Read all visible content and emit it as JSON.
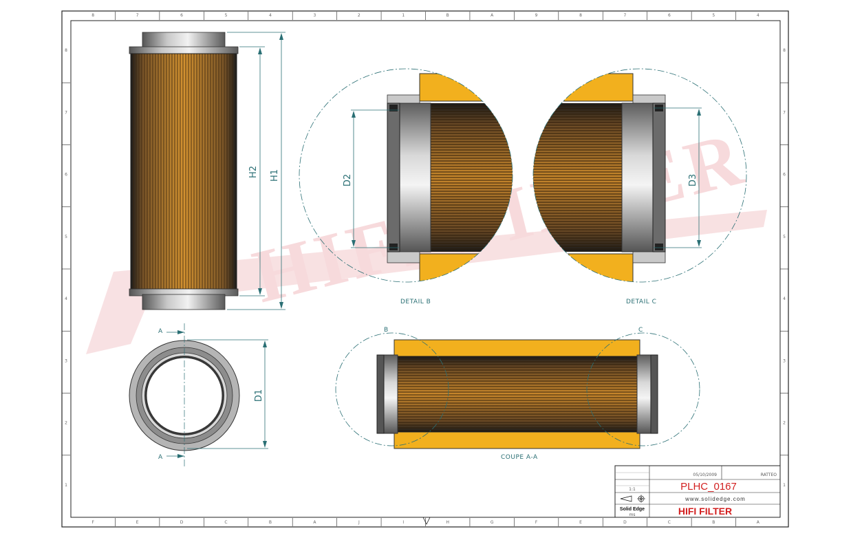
{
  "drawing": {
    "dimensions": {
      "h1": "H1",
      "h2": "H2",
      "d1": "D1",
      "d2": "D2",
      "d3": "D3"
    },
    "section_marks": {
      "a_top": "A",
      "a_bottom": "A",
      "b": "B",
      "c": "C"
    },
    "view_labels": {
      "detail_b": "DETAIL B",
      "detail_c": "DETAIL C",
      "section": "COUPE A-A"
    },
    "watermark_text": "HIFI FILTER"
  },
  "title_block": {
    "date": "05/10/2009",
    "author": "RATTEO",
    "scale": "1:1",
    "part_number": "PLHC_0167",
    "website": "www.solidedge.com",
    "software": "Solid Edge",
    "software_sub": "ms",
    "company": "HIFI FILTER"
  },
  "zones": {
    "top": [
      "8",
      "7",
      "6",
      "5",
      "4",
      "3",
      "2",
      "1",
      "B",
      "A",
      "9",
      "8",
      "7",
      "6",
      "5",
      "4"
    ],
    "bottom": [
      "F",
      "E",
      "D",
      "C",
      "B",
      "A",
      "J",
      "I",
      "H",
      "G",
      "F",
      "E",
      "D",
      "C",
      "B",
      "A"
    ],
    "left": [
      "8",
      "7",
      "6",
      "5",
      "4",
      "3",
      "2",
      "1"
    ],
    "right": [
      "8",
      "7",
      "6",
      "5",
      "4",
      "3",
      "2",
      "1"
    ]
  },
  "colors": {
    "line": "#2a6f74",
    "frame": "#222222",
    "filter_media": "#c7862b",
    "seal": "#f2b01e",
    "metal": "#9a9a9a",
    "watermark": "#f3c9cc"
  }
}
